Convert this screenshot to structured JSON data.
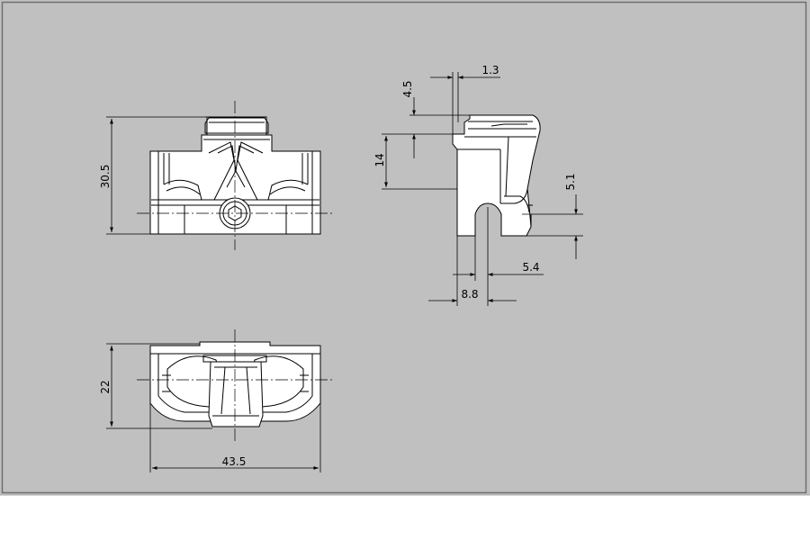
{
  "drawing": {
    "background": "#c0c0c0",
    "frame_color": "#7a7a7a",
    "line_color": "#000000",
    "part_fill": "#ffffff"
  },
  "dimensions": {
    "height_30_5": "30.5",
    "width_43_5": "43.5",
    "depth_22": "22",
    "gap_1_3": "1.3",
    "step_4_5": "4.5",
    "height_14": "14",
    "offset_5_1": "5.1",
    "slot_5_4": "5.4",
    "slot_8_8": "8.8"
  }
}
